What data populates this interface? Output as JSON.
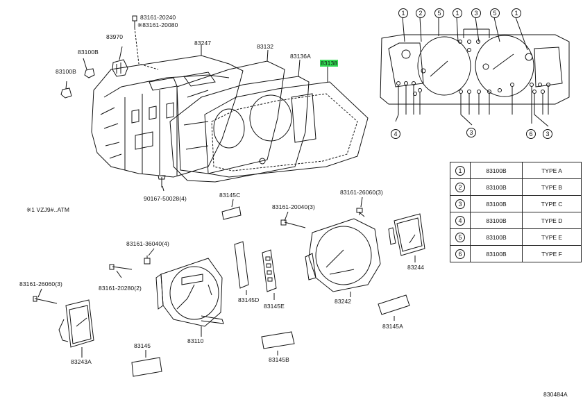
{
  "labels": {
    "screw_a": "83161-20240",
    "screw_b": "※83161-20080",
    "p83970": "83970",
    "p83100b_top": "83100B",
    "p83100b_left": "83100B",
    "p83247": "83247",
    "p83132": "83132",
    "p83136a": "83136A",
    "p83138": "83138",
    "screw_90167": "90167-50028(4)",
    "footnote": "※1 VZJ9#..ATM",
    "p83145c": "83145C",
    "screw_20040": "83161-20040(3)",
    "screw_26060_r": "83161-26060(3)",
    "screw_36040": "83161-36040(4)",
    "screw_20280": "83161-20280(2)",
    "screw_26060_l": "83161-26060(3)",
    "p83145d": "83145D",
    "p83145e": "83145E",
    "p83242": "83242",
    "p83244": "83244",
    "p83110": "83110",
    "p83243a": "83243A",
    "p83145": "83145",
    "p83145b": "83145B",
    "p83145a": "83145A",
    "diagram_id": "830484A"
  },
  "top_callouts": [
    "1",
    "2",
    "5",
    "1",
    "3",
    "5",
    "1"
  ],
  "bottom_callouts": [
    "4",
    "3",
    "6",
    "3"
  ],
  "type_table": [
    {
      "num": "1",
      "part": "83100B",
      "type": "TYPE A"
    },
    {
      "num": "2",
      "part": "83100B",
      "type": "TYPE B"
    },
    {
      "num": "3",
      "part": "83100B",
      "type": "TYPE C"
    },
    {
      "num": "4",
      "part": "83100B",
      "type": "TYPE D"
    },
    {
      "num": "5",
      "part": "83100B",
      "type": "TYPE E"
    },
    {
      "num": "6",
      "part": "83100B",
      "type": "TYPE F"
    }
  ],
  "colors": {
    "highlight": "#33dd55",
    "line": "#111111"
  }
}
